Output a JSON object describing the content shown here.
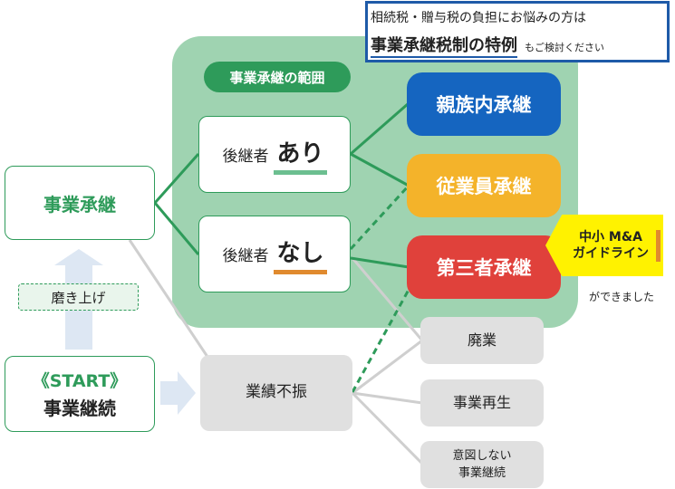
{
  "notice": {
    "line1": "相続税・贈与税の負担にお悩みの方は",
    "emphasis": "事業承継税制の特例",
    "tail": "もご検討ください"
  },
  "region_label": "事業承継の範囲",
  "succession": "事業承継",
  "successor": {
    "prefix": "後継者",
    "yes": "あり",
    "no": "なし"
  },
  "outcomes": {
    "family": "親族内承継",
    "employee": "従業員承継",
    "third_party": "第三者承継"
  },
  "ma": {
    "line1": "中小 M&A",
    "line2": "ガイドライン",
    "caption": "ができました"
  },
  "polish": "磨き上げ",
  "start": {
    "label": "《START》",
    "title": "事業継続"
  },
  "slump": "業績不振",
  "slump_outcomes": {
    "closure": "廃業",
    "rehab": "事業再生",
    "unintended_line1": "意図しない",
    "unintended_line2": "事業継続"
  },
  "colors": {
    "green": "#2e9b5a",
    "region": "#9fd3b1",
    "blue": "#1565c0",
    "yellow": "#f4b32a",
    "red": "#e0413b",
    "gray": "#e0e0e0",
    "badge": "#fff200",
    "orange": "#e08a2e",
    "notice_border": "#1e5aa8"
  }
}
